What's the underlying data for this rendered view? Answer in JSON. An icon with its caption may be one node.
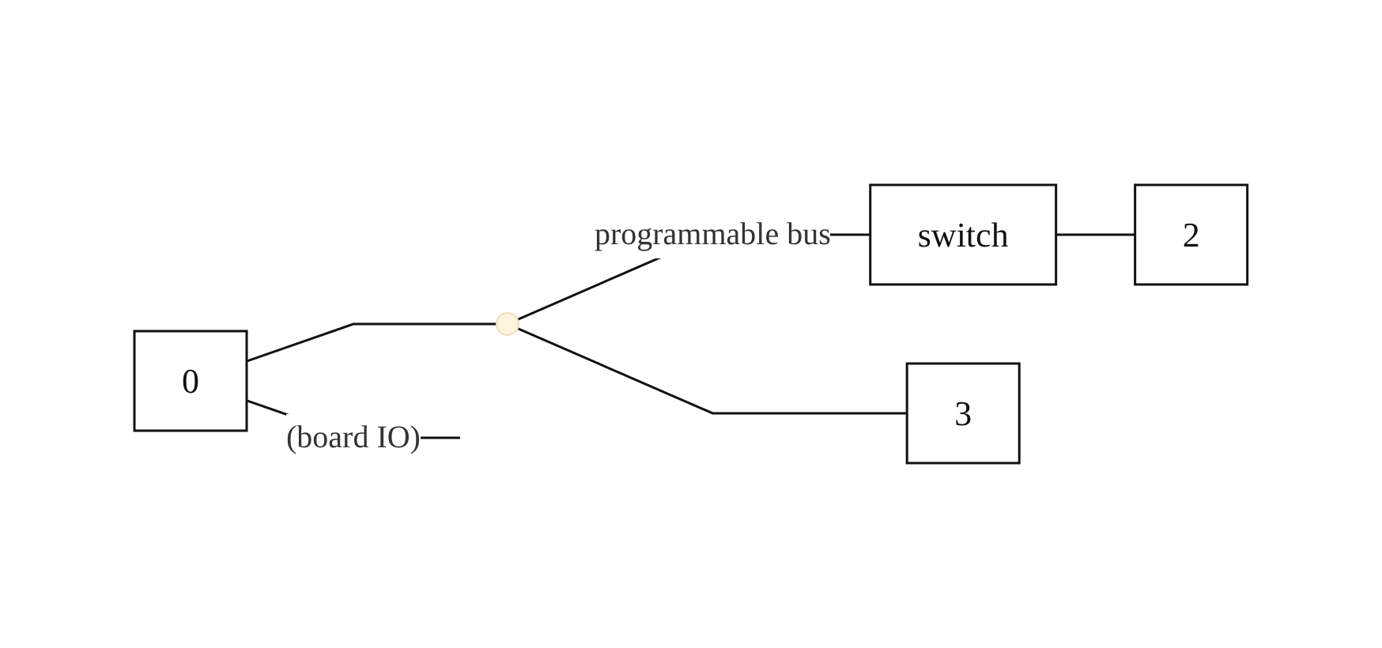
{
  "diagram": {
    "nodes": [
      {
        "text": [
          "0"
        ]
      },
      {
        "text": [
          "switch"
        ]
      },
      {
        "text": [],
        "shape": "circle"
      },
      {
        "text": [
          "3"
        ]
      },
      {
        "text": [
          "2"
        ]
      }
    ],
    "edges": [
      {
        "from": 0,
        "to": null,
        "arrow": "none",
        "label": "(board IO)"
      },
      {
        "from": 0,
        "to": 2,
        "arrow": "none"
      },
      {
        "from": 2,
        "to": 3,
        "arrow": "none"
      },
      {
        "from": 2,
        "to": 1,
        "arrow": "none",
        "label": "programmable bus"
      },
      {
        "from": 1,
        "to": 4,
        "arrow": "none"
      }
    ]
  }
}
